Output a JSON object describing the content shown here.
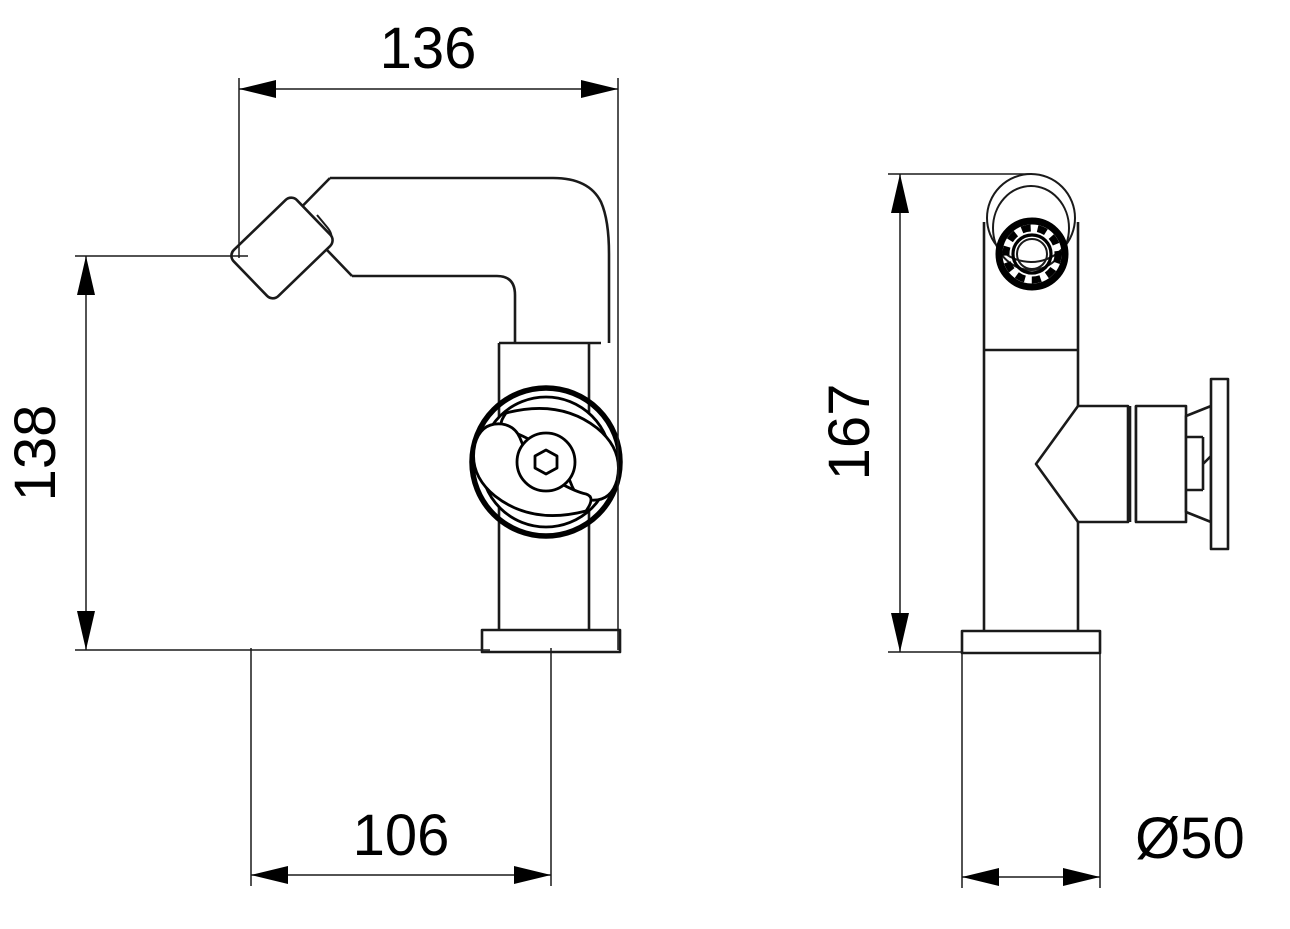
{
  "document": {
    "type": "technical-drawing",
    "subject": "bidet mixer tap",
    "units": "mm",
    "background_color": "#ffffff",
    "line_color": "#1a1a1a",
    "text_color": "#000000"
  },
  "views": {
    "front": {
      "name": "front-elevation",
      "description": "Side profile of bidet mixer showing angled aerator spout, curved gooseneck, handwheel and base flange"
    },
    "side": {
      "name": "side-elevation",
      "description": "Rotated view showing aerator ring from above, vertical body, side handle assembly and base flange"
    }
  },
  "dimensions": {
    "width_top": {
      "value": "136",
      "label": "136",
      "orientation": "horizontal",
      "view": "front",
      "position": "top"
    },
    "height_left": {
      "value": "138",
      "label": "138",
      "orientation": "vertical",
      "view": "front",
      "position": "left"
    },
    "reach_bottom": {
      "value": "106",
      "label": "106",
      "orientation": "horizontal",
      "view": "front",
      "position": "bottom"
    },
    "height_right": {
      "value": "167",
      "label": "167",
      "orientation": "vertical",
      "view": "side",
      "position": "left"
    },
    "base_diameter": {
      "value": "50",
      "symbol": "Ø",
      "label": "Ø50",
      "orientation": "horizontal",
      "view": "side",
      "position": "bottom"
    }
  }
}
